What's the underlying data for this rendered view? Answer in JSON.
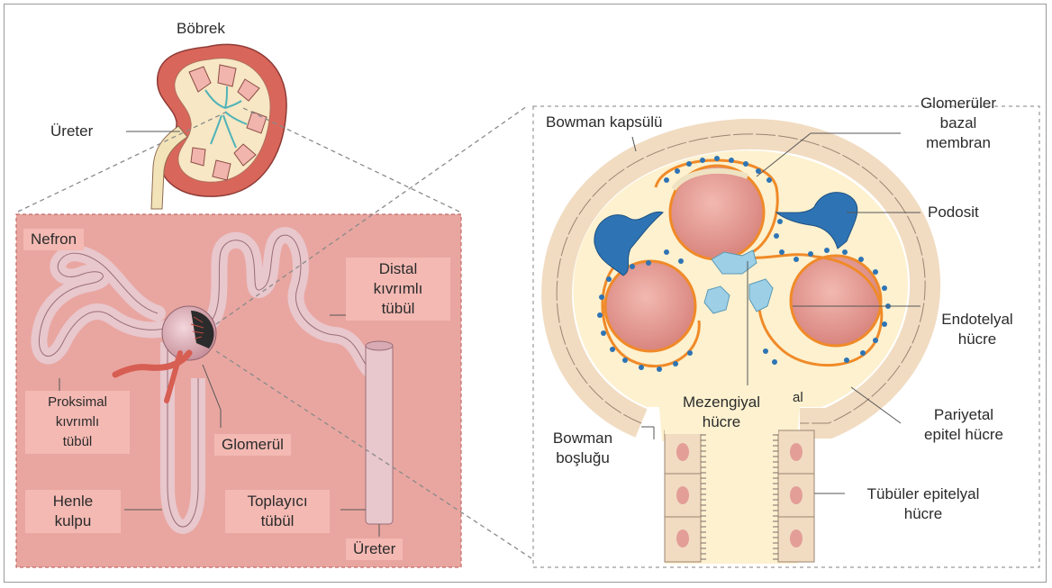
{
  "labels": {
    "bobrek": "Böbrek",
    "ureter_kidney": "Üreter",
    "nefron": "Nefron",
    "distal_1": "Distal",
    "distal_2": "kıvrımlı",
    "distal_3": "tübül",
    "proksimal_1": "Proksimal",
    "proksimal_2": "kıvrımlı",
    "proksimal_3": "tübül",
    "glomerul": "Glomerül",
    "henle_1": "Henle",
    "henle_2": "kulpu",
    "toplayici_1": "Toplayıcı",
    "toplayici_2": "tübül",
    "ureter_nephron": "Üreter",
    "bowman_kapsulu": "Bowman kapsülü",
    "gbm_1": "Glomerüler",
    "gbm_2": "bazal",
    "gbm_3": "membran",
    "podosit": "Podosit",
    "endotelyal_1": "Endotelyal",
    "endotelyal_2": "hücre",
    "mezengiyal_1": "Mezengiyal",
    "mezengiyal_2": "hücre",
    "bowman_boslugu_1": "Bowman",
    "bowman_boslugu_2": "boşluğu",
    "pariyetal_1": "Pariyetal",
    "pariyetal_2": "epitel hücre",
    "tubuler_1": "Tübüler epitelyal",
    "tubuler_2": "hücre",
    "stray_mark": "al"
  },
  "colors": {
    "kidney_outer": "#d9665a",
    "kidney_inner": "#f7e7c4",
    "nephron_panel": "#e9a6a0",
    "label_pink": "#f4b9b3",
    "tube": "#e8c7cd",
    "glomerulus_capsule": "#fdf1cf",
    "capillary": "#e08b86",
    "basement_membrane": "#f08a28",
    "podocyte": "#2e74b5",
    "mesangial": "#9dcfe6",
    "epithelial": "#f1dcc2"
  }
}
